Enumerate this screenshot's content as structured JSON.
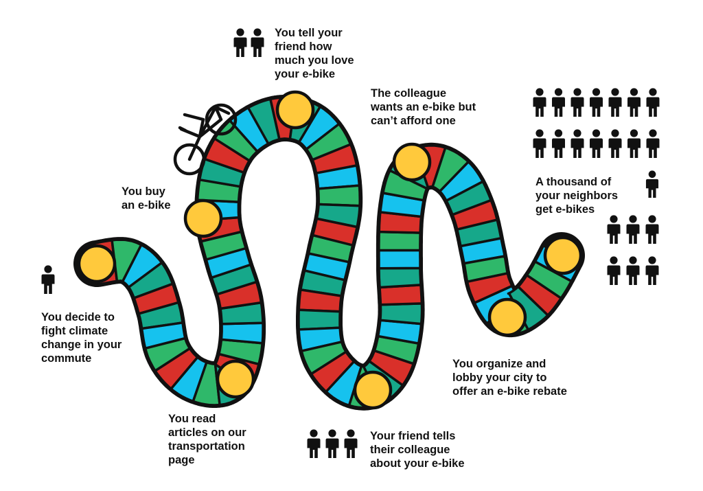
{
  "colors": {
    "red": "#d9302a",
    "green": "#2fb86a",
    "teal": "#16a88a",
    "blue": "#16c2ee",
    "milestone": "#ffc93c",
    "outline": "#111111"
  },
  "icons": {
    "person": "person-icon",
    "bicycle": "bicycle-icon"
  },
  "steps": [
    {
      "id": "decide",
      "lines": [
        "You decide to",
        "fight climate",
        "change in your",
        "commute"
      ],
      "people": 1
    },
    {
      "id": "read",
      "lines": [
        "You read",
        "articles on our",
        "transportation",
        "page"
      ],
      "people": 0
    },
    {
      "id": "buy",
      "lines": [
        "You buy",
        "an e-bike"
      ],
      "people": 0
    },
    {
      "id": "tell-friend",
      "lines": [
        "You tell your",
        "friend how",
        "much you love",
        "your e-bike"
      ],
      "people": 2
    },
    {
      "id": "friend-tells",
      "lines": [
        "Your friend tells",
        "their colleague",
        "about your e-bike"
      ],
      "people": 3
    },
    {
      "id": "colleague",
      "lines": [
        "The colleague",
        "wants an e-bike but",
        "can’t afford one"
      ],
      "people": 0
    },
    {
      "id": "organize",
      "lines": [
        "You organize and",
        "lobby your city to",
        "offer an e-bike rebate"
      ],
      "people": 0
    },
    {
      "id": "thousand",
      "lines": [
        "A thousand of",
        "your neighbors",
        "get e-bikes"
      ],
      "people": 21
    }
  ]
}
